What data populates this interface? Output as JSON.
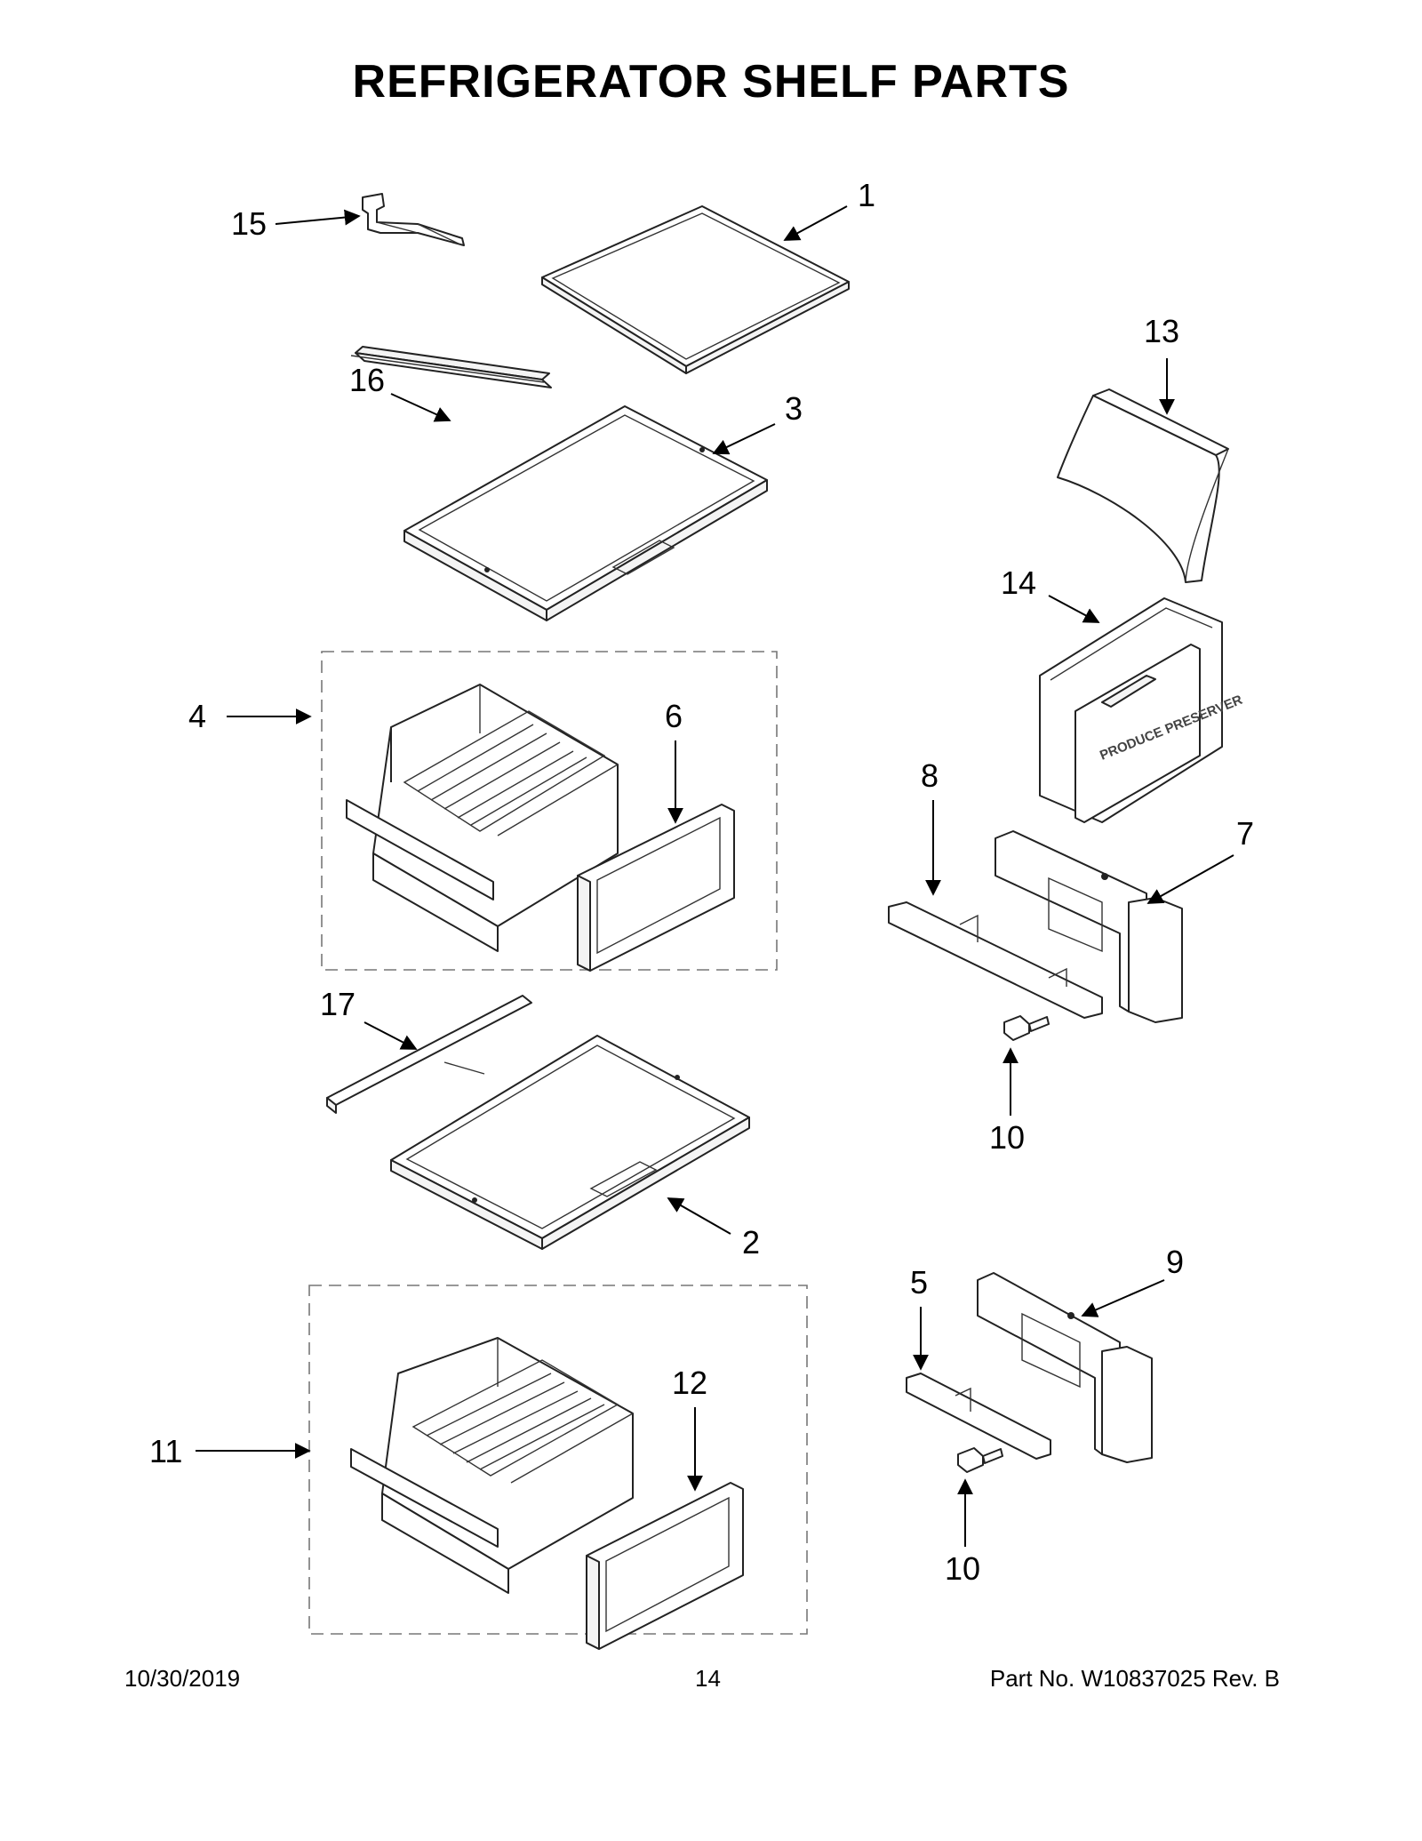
{
  "title": "REFRIGERATOR SHELF PARTS",
  "callouts": {
    "c1": "1",
    "c2": "2",
    "c3": "3",
    "c4": "4",
    "c5": "5",
    "c6": "6",
    "c7": "7",
    "c8": "8",
    "c9": "9",
    "c10a": "10",
    "c10b": "10",
    "c11": "11",
    "c12": "12",
    "c13": "13",
    "c14": "14",
    "c15": "15",
    "c16": "16",
    "c17": "17"
  },
  "part_markings": {
    "produce_preserver": "PRODUCE PRESERVER"
  },
  "footer": {
    "date": "10/30/2019",
    "page": "14",
    "part_no": "Part No.  W10837025  Rev.  B"
  }
}
